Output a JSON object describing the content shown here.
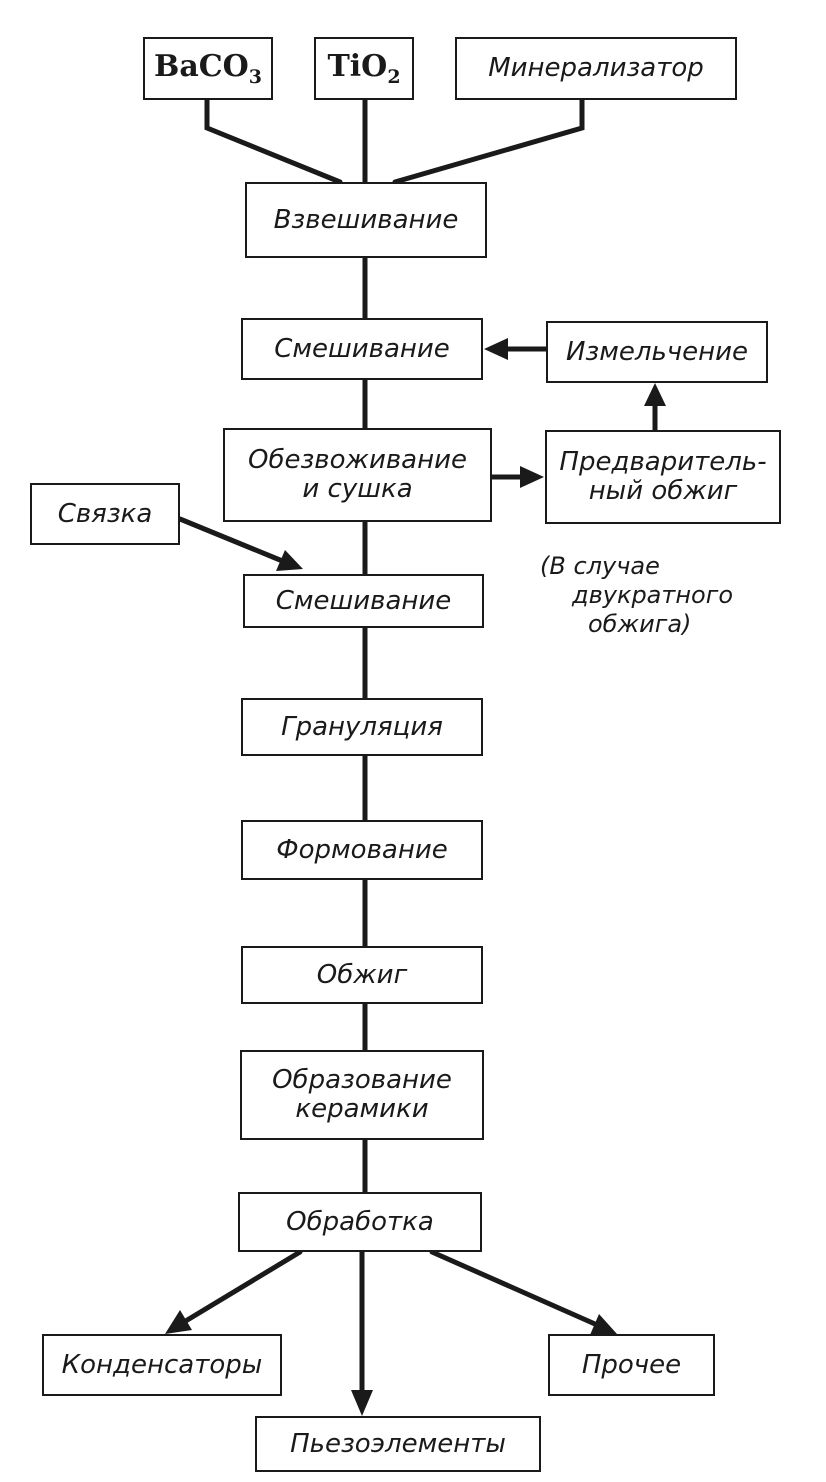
{
  "inputs": {
    "baco3": {
      "base": "BaCO",
      "sub": "3"
    },
    "tio2": {
      "base": "TiO",
      "sub": "2"
    },
    "mineralizer": "Минерализатор"
  },
  "steps": {
    "weighing": "Взвешивание",
    "mixing_1": "Смешивание",
    "grinding": "Измельчение",
    "dehydration_line1": "Обезвоживание",
    "dehydration_line2": "и сушка",
    "prefiring_line1": "Предваритель-",
    "prefiring_line2": "ный обжиг",
    "binder": "Связка",
    "mixing_2": "Смешивание",
    "granulation": "Грануляция",
    "forming": "Формование",
    "firing": "Обжиг",
    "ceramic_line1": "Образование",
    "ceramic_line2": "керамики",
    "processing": "Обработка"
  },
  "note": {
    "line1": "(В случае",
    "line2": "двукратного",
    "line3": "обжига)"
  },
  "outputs": {
    "capacitors": "Конденсаторы",
    "piezo": "Пьезоэлементы",
    "other": "Прочее"
  }
}
